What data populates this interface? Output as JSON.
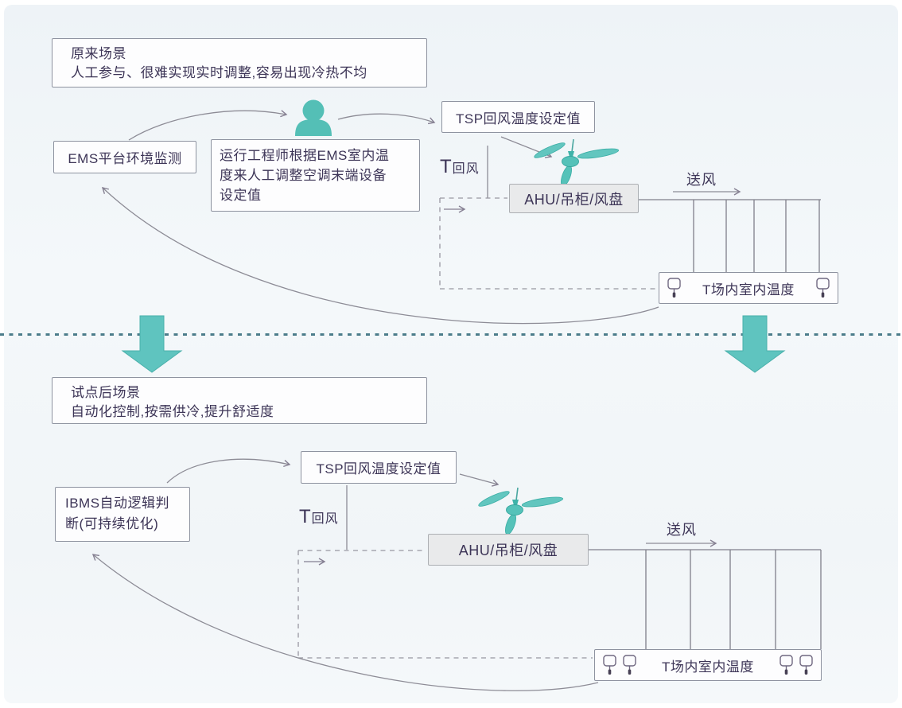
{
  "colors": {
    "text": "#3d3557",
    "teal": "#57c1b9",
    "teal_dark": "#35a79e",
    "line_gray": "#8d8c96",
    "dashed_gray": "#9897a1",
    "divider_teal": "#4c7d8b",
    "box_border": "#8e93a0",
    "box_bg": "#fdfdfe",
    "ahu_bg": "#e9eaeb"
  },
  "icons": {
    "person": "operator-person-icon",
    "fan": "ceiling-fan-icon",
    "sensor": "temperature-sensor-icon",
    "transition": "teal-down-arrow"
  },
  "top": {
    "scenario": {
      "title": "原来场景",
      "desc": "人工参与、很难实现实时调整,容易出现冷热不均"
    },
    "ems": "EMS平台环境监测",
    "engineer": "运行工程师根据EMS室内温\n度来人工调整空调末端设备\n设定值",
    "tsp": "TSP回风温度设定值",
    "t_return": "T回风",
    "ahu": "AHU/吊柜/风盘",
    "supply": "送风",
    "sensor": "T场内室内温度"
  },
  "bottom": {
    "scenario": {
      "title": "试点后场景",
      "desc": "自动化控制,按需供冷,提升舒适度"
    },
    "ibms": "IBMS自动逻辑判\n断(可持续优化)",
    "tsp": "TSP回风温度设定值",
    "t_return": "T回风",
    "ahu": "AHU/吊柜/风盘",
    "supply": "送风",
    "sensor": "T场内室内温度"
  }
}
